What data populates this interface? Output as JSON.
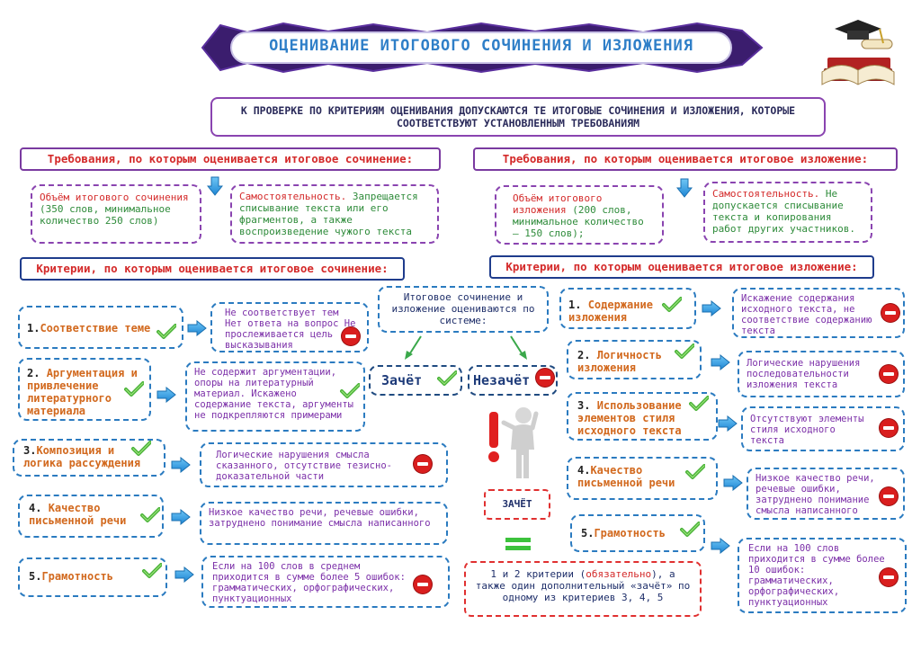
{
  "title": "ОЦЕНИВАНИЕ ИТОГОВОГО СОЧИНЕНИЯ И ИЗЛОЖЕНИЯ",
  "intro": "К ПРОВЕРКЕ ПО КРИТЕРИЯМ ОЦЕНИВАНИЯ ДОПУСКАЮТСЯ ТЕ ИТОГОВЫЕ СОЧИНЕНИЯ И ИЗЛОЖЕНИЯ, КОТОРЫЕ СООТВЕТСТВУЮТ УСТАНОВЛЕННЫМ ТРЕБОВАНИЯМ",
  "left": {
    "requirements_title": "Требования, по которым оценивается итоговое сочинение:",
    "req_volume_red": "Объём итогового сочинения",
    "req_volume_rest": " (350 слов, минимальное количество 250 слов)",
    "req_indep_red": "Самостоятельность.",
    "req_indep_rest": " Запрещается списывание текста или его фрагментов, а также воспроизведение чужого текста",
    "criteria_title": "Критерии, по которым оценивается итоговое сочинение:",
    "criteria": [
      {
        "num": "1.",
        "label": "Соответствие теме",
        "fail": "Не соответствует тем Нет ответа на вопрос Не прослеживается цель высказывания"
      },
      {
        "num": "2.",
        "label": "Аргументация и привлечение литературного материала",
        "fail": "Не содержит аргументации, опоры на литературный материал. Искажено содержание текста, аргументы не подкрепляются примерами"
      },
      {
        "num": "3.",
        "label": "Композиция и логика рассуждения",
        "fail": "Логические нарушения смысла сказанного, отсутствие тезисно-доказательной части"
      },
      {
        "num": "4.",
        "label": "Качество письменной речи",
        "fail": "Низкое качество речи, речевые ошибки, затруднено понимание смысла написанного"
      },
      {
        "num": "5.",
        "label": "Грамотность",
        "fail": "Если на 100 слов в среднем приходится в сумме более 5 ошибок: грамматических, орфографических, пунктуационных"
      }
    ]
  },
  "right": {
    "requirements_title": "Требования, по которым оценивается итоговое изложение:",
    "req_volume_red": "Объём итогового изложения",
    "req_volume_rest": " (200 слов, минимальное количество – 150 слов);",
    "req_indep_red": "Самостоятельность.",
    "req_indep_rest": " Не допускается списывание текста и копирования работ других участников.",
    "criteria_title": "Критерии, по которым оценивается итоговое изложение:",
    "criteria": [
      {
        "num": "1.",
        "label": "Содержание изложения",
        "fail": "Искажение содержания исходного текста, не соответствие содержанию текста"
      },
      {
        "num": "2.",
        "label": "Логичность изложения",
        "fail": "Логические нарушения последовательности изложения текста"
      },
      {
        "num": "3.",
        "label": "Использование элементов стиля исходного текста",
        "fail": "Отсутствуют элементы стиля исходного текста"
      },
      {
        "num": "4.",
        "label": "Качество письменной речи",
        "fail": "Низкое качество речи, речевые ошибки, затруднено понимание смысла написанного"
      },
      {
        "num": "5.",
        "label": "Грамотность",
        "fail": "Если на 100 слов приходится в сумме более 10 ошибок: грамматических, орфографических, пунктуационных"
      }
    ]
  },
  "center": {
    "system_text": "Итоговое сочинение и изложение оцениваются по системе:",
    "pass": "Зачёт",
    "fail": "Незачёт",
    "pass_label": "ЗАЧЁТ",
    "rule_pre": "1 и 2 критерии (",
    "rule_mandatory": "обязательно",
    "rule_post": "), а также один дополнительный «зачёт» по одному из критериев 3, 4, 5"
  },
  "colors": {
    "accent_blue": "#2b7bc0",
    "accent_purple": "#8a44b0",
    "red": "#d42a2a",
    "orange": "#d2691e",
    "green": "#2e8b3a"
  }
}
